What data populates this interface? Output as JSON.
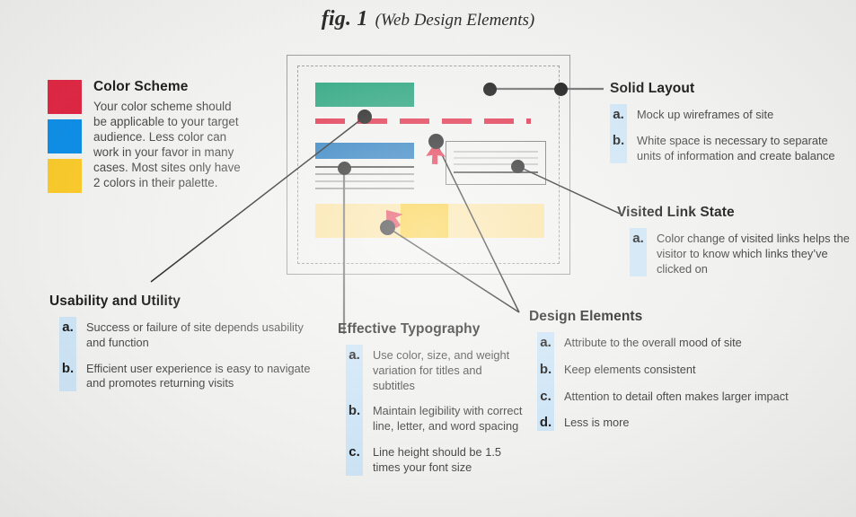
{
  "title": {
    "figure_number": "fig. 1",
    "subtitle": "(Web Design Elements)"
  },
  "colors": {
    "red": "#e02441",
    "blue": "#0c8ee8",
    "yellow": "#fbcb2a",
    "green_bar": "#23a37a",
    "blue_bar": "#1c75bc",
    "yellow_bar_light": "#fbe29b",
    "yellow_bar_dark": "#fbc81e",
    "marker_band": "#cfe6f7",
    "cursor": "#e12a45",
    "frame": "#9a9a9a"
  },
  "color_scheme": {
    "heading": "Color Scheme",
    "body": "Your color scheme should be applicable to your target audience. Less color can work in your favor in many cases. Most sites only have 2 colors in their palette.",
    "swatches": [
      "#e02441",
      "#0c8ee8",
      "#fbcb2a"
    ]
  },
  "solid_layout": {
    "heading": "Solid Layout",
    "items": [
      {
        "marker": "a.",
        "text": "Mock up wireframes of site"
      },
      {
        "marker": "b.",
        "text": "White space is necessary to separate units of information and create balance"
      }
    ]
  },
  "visited_link_state": {
    "heading": "Visited Link State",
    "items": [
      {
        "marker": "a.",
        "text": "Color change of visited links helps the visitor to know which links they’ve clicked on"
      }
    ]
  },
  "usability_and_utility": {
    "heading": "Usability and Utility",
    "items": [
      {
        "marker": "a.",
        "text": "Success or failure of site depends usability and function"
      },
      {
        "marker": "b.",
        "text": "Efficient user experience is easy to navigate and promotes returning visits"
      }
    ]
  },
  "effective_typography": {
    "heading": "Effective Typography",
    "items": [
      {
        "marker": "a.",
        "text": "Use color, size, and weight variation for titles and subtitles"
      },
      {
        "marker": "b.",
        "text": "Maintain legibility with correct line, letter, and word spacing"
      },
      {
        "marker": "c.",
        "text": "Line height should be 1.5 times your font size"
      }
    ]
  },
  "design_elements": {
    "heading": "Design Elements",
    "items": [
      {
        "marker": "a.",
        "text": "Attribute to the overall mood of site"
      },
      {
        "marker": "b.",
        "text": "Keep elements consistent"
      },
      {
        "marker": "c.",
        "text": "Attention to detail often makes larger impact"
      },
      {
        "marker": "d.",
        "text": "Less is more"
      }
    ]
  },
  "wireframe": {
    "label": "website wireframe mockup",
    "regions": [
      {
        "name": "header-block",
        "color": "#23a37a"
      },
      {
        "name": "navigation-dashes",
        "color": "#e12a45"
      },
      {
        "name": "subheading-block",
        "color": "#1c75bc"
      },
      {
        "name": "body-text-lines",
        "color": "#9d9d9d"
      },
      {
        "name": "sidebar-box",
        "color": "#6f6f6f"
      },
      {
        "name": "footer-banner",
        "color": "#fbe29b"
      }
    ]
  }
}
